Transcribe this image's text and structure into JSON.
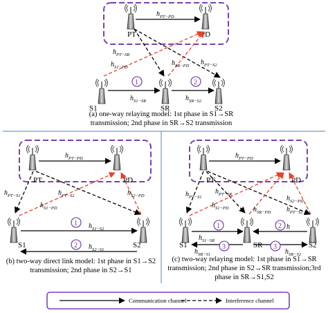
{
  "nodes": {
    "pt": "PT",
    "pd": "PD",
    "s1": "S1",
    "sr": "SR",
    "s2": "S2"
  },
  "channels": {
    "h": "h",
    "pt_pd": "PT−PD",
    "pt_sr": "PT−SR",
    "s1_pd": "S1−PD",
    "sr_pd": "SR−PD",
    "pt_s2": "PT−S2",
    "s1_sr": "S1−SR",
    "sr_s2": "SR−S2",
    "pt_s1": "PT−S1",
    "s2_pd": "S2−PD",
    "s1_s2": "S1−S2",
    "s2_s1": "S2−S1",
    "sr_s1": "SR−S1"
  },
  "phases": {
    "one": "1",
    "two": "2",
    "three": "3"
  },
  "captions": {
    "a": [
      "(a) one-way relaying model: 1st phase in S1→SR",
      "transmission; 2nd phase in SR→S2 transmission"
    ],
    "b": [
      "(b) two-way direct link model: 1st phase in S1→S2",
      "transmission; 2nd phase in S2→S1"
    ],
    "c": [
      "(c) two-way relaying model: 1st phase in S1→SR",
      "transmission; 2nd phase in S2→SR transmission;3rd",
      "phase in SR→S1,S2"
    ]
  },
  "legend": {
    "communication": "Communication channel",
    "interference": "Interference channel"
  },
  "colors": {
    "border": "#7b3fb0",
    "divider": "#6a9cc9",
    "interference": "#e8402a",
    "antenna": "#8a8a8a"
  }
}
